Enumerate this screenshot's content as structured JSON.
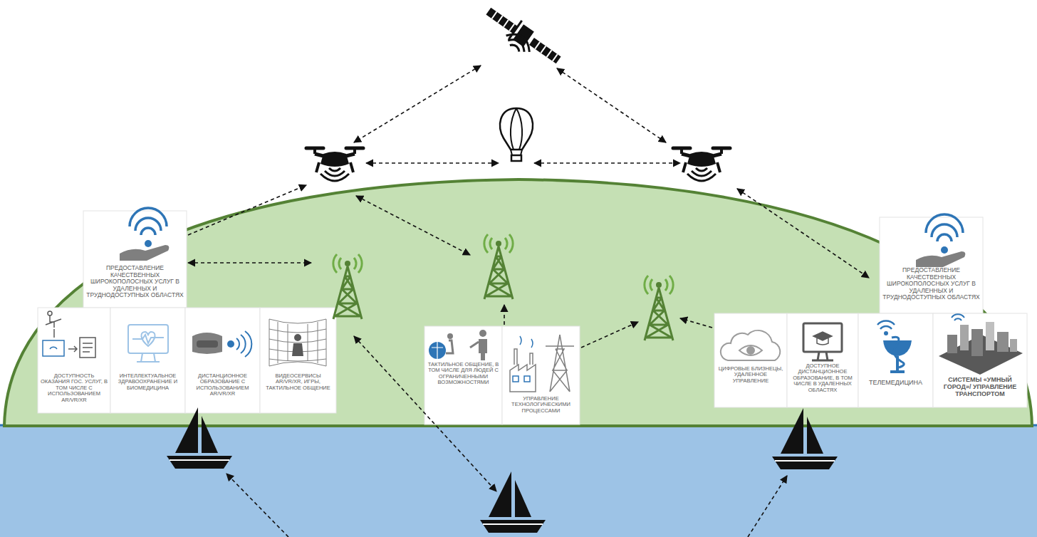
{
  "diagram": {
    "nodes": [
      {
        "text": [
          "ПРЕДОСТАВЛЕНИЕ КАЧЕСТВЕННЫХ ШИРОКОПОЛОСНЫХ УСЛУГ В УДАЛЕННЫХ И ТРУДНОДОСТУПНЫХ ОБЛАСТЯХ"
        ]
      },
      {
        "text": [
          "ДОСТУПНОСТЬ ОКАЗАНИЯ ГОС. УСЛУГ, В ТОМ ЧИСЛЕ С ИСПОЛЬЗОВАНИЕМ AR/VR/XR"
        ]
      },
      {
        "text": [
          "ИНТЕЛЛЕКТУАЛЬНОЕ ЗДРАВООХРАНЕНИЕ И БИОМЕДИЦИНА"
        ]
      },
      {
        "text": [
          "ДИСТАНЦИОННОЕ ОБРАЗОВАНИЕ С ИСПОЛЬЗОВАНИЕМ AR/VR/XR"
        ]
      },
      {
        "text": [
          "ВИДЕОСЕРВИСЫ AR/VR/XR, ИГРЫ, ТАКТИЛЬНОЕ ОБЩЕНИЕ"
        ]
      },
      {
        "text": [
          "ТАКТИЛЬНОЕ ОБЩЕНИЕ, В ТОМ ЧИСЛЕ ДЛЯ ЛЮДЕЙ С ОГРАНИЧЕННЫМИ ВОЗМОЖНОСТЯМИ"
        ]
      },
      {
        "text": [
          "УПРАВЛЕНИЕ ТЕХНОЛОГИЧЕСКИМИ ПРОЦЕССАМИ"
        ]
      },
      {
        "text": [
          "ПРЕДОСТАВЛЕНИЕ КАЧЕСТВЕННЫХ ШИРОКОПОЛОСНЫХ УСЛУГ В УДАЛЕННЫХ И ТРУДНОДОСТУПНЫХ ОБЛАСТЯХ"
        ]
      },
      {
        "text": [
          "ЦИФРОВЫЕ БЛИЗНЕЦЫ, УДАЛЕННОЕ УПРАВЛЕНИЕ"
        ]
      },
      {
        "text": [
          "ДОСТУПНОЕ ДИСТАНЦИОННОЕ ОБРАЗОВАНИЕ, В ТОМ ЧИСЛЕ В УДАЛЕННЫХ ОБЛАСТЯХ"
        ]
      },
      {
        "text": [
          "ТЕЛЕМЕДИЦИНА"
        ]
      },
      {
        "text": [
          "СИСТЕМЫ «УМНЫЙ ГОРОД»/ УПРАВЛЕНИЕ ТРАНСПОРТОМ"
        ]
      }
    ]
  }
}
